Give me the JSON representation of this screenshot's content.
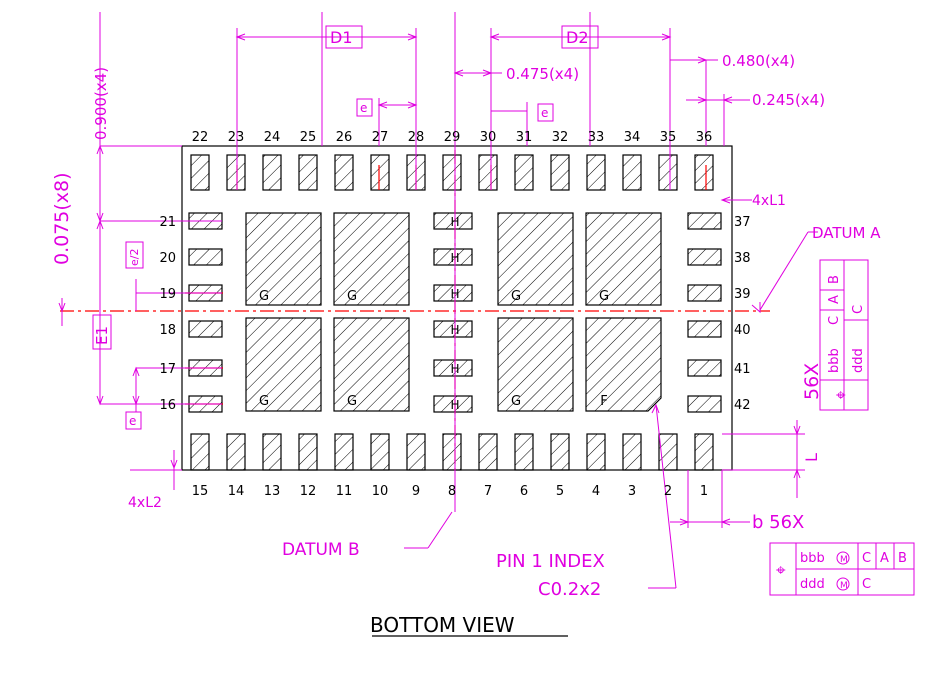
{
  "title": "BOTTOM VIEW",
  "colors": {
    "outline": "#000000",
    "dimension": "#e000e0",
    "centerline": "#ff0000",
    "background": "#ffffff"
  },
  "pins": {
    "top": [
      "22",
      "23",
      "24",
      "25",
      "26",
      "27",
      "28",
      "29",
      "30",
      "31",
      "32",
      "33",
      "34",
      "35",
      "36"
    ],
    "bottom": [
      "15",
      "14",
      "13",
      "12",
      "11",
      "10",
      "9",
      "8",
      "7",
      "6",
      "5",
      "4",
      "3",
      "2",
      "1"
    ],
    "left": [
      "21",
      "20",
      "19",
      "18",
      "17",
      "16"
    ],
    "right": [
      "37",
      "38",
      "39",
      "40",
      "41",
      "42"
    ]
  },
  "pad_labels": {
    "g": "G",
    "f": "F",
    "h": "H"
  },
  "dimensions": {
    "d1": "D1",
    "d2": "D2",
    "e1": "E1",
    "e": "e",
    "e_half": "e/2",
    "d_0475": "0.475(x4)",
    "d_0480": "0.480(x4)",
    "d_0245": "0.245(x4)",
    "d_0900": "0.900(x4)",
    "d_0075": "0.075(x8)",
    "l1": "4xL1",
    "l2": "4xL2",
    "l": "L",
    "b": "b 56X",
    "x56": "56X"
  },
  "annotations": {
    "datum_a": "DATUM A",
    "datum_b": "DATUM B",
    "pin1": "PIN 1 INDEX",
    "pin1_sub": "C0.2x2"
  },
  "fcf": {
    "bbb": "bbb",
    "ddd": "ddd",
    "m": "M",
    "c": "C",
    "a": "A",
    "b": "B",
    "pos": "⌖"
  }
}
